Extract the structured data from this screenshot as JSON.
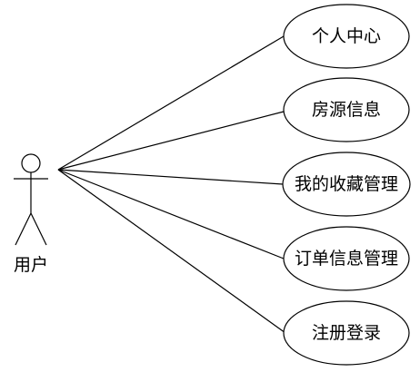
{
  "actor": {
    "label": "用户"
  },
  "use_cases": [
    {
      "label": "个人中心"
    },
    {
      "label": "房源信息"
    },
    {
      "label": "我的收藏管理"
    },
    {
      "label": "订单信息管理"
    },
    {
      "label": "注册登录"
    }
  ]
}
